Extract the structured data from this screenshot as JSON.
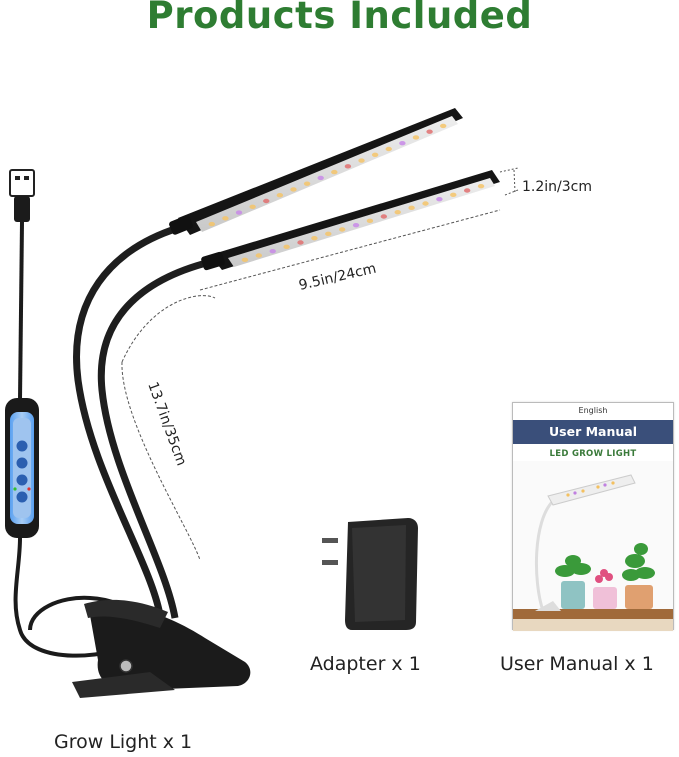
{
  "header": {
    "title": "Products Included"
  },
  "items": [
    {
      "caption": "Grow Light x 1"
    },
    {
      "caption": "Adapter x 1"
    },
    {
      "caption": "User Manual x 1"
    }
  ],
  "dimensions": {
    "width_label": "1.2in/3cm",
    "length_label": "9.5in/24cm",
    "gooseneck_label": "13.7in/35cm"
  },
  "manual": {
    "language": "English",
    "title": "User Manual",
    "subtitle": "LED GROW LIGHT"
  },
  "colors": {
    "title": "#2e7d32",
    "manual_band": "#3a4f7a",
    "controller_glow": "#4f8fe0"
  }
}
